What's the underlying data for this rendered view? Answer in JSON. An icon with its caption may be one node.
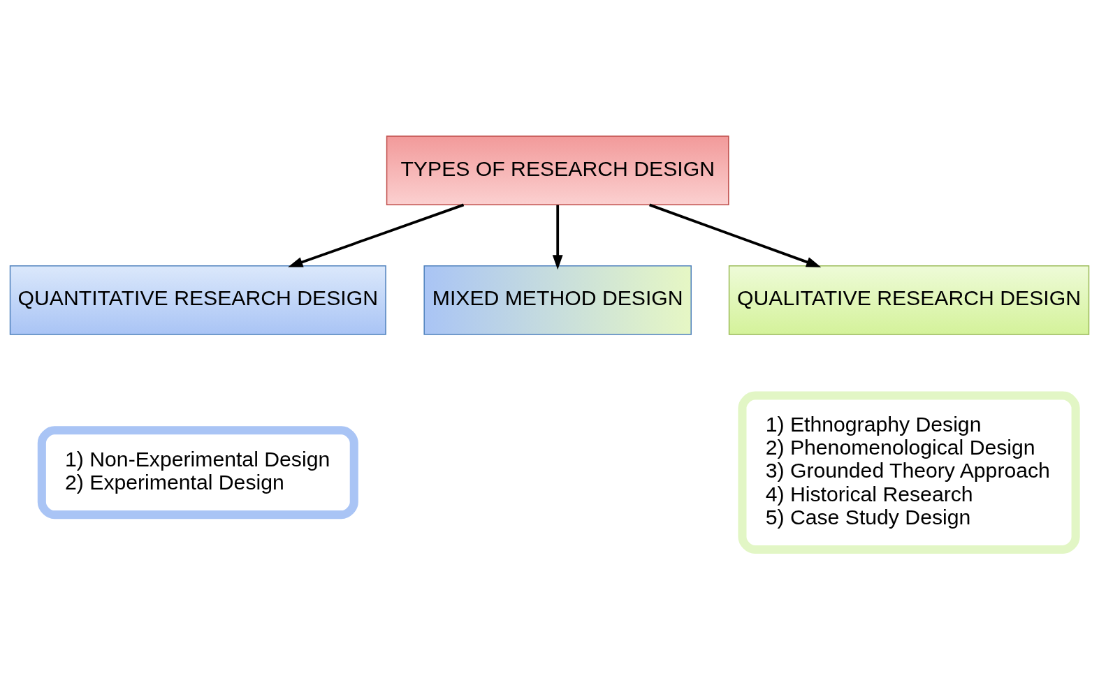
{
  "diagram": {
    "nodes": [
      {
        "text": [
          "TYPES OF RESEARCH DESIGN"
        ]
      },
      {
        "text": [
          "QUANTITATIVE RESEARCH DESIGN"
        ]
      },
      {
        "text": [
          "MIXED METHOD DESIGN"
        ]
      },
      {
        "text": [
          "QUALITATIVE RESEARCH DESIGN"
        ]
      },
      {
        "text": [
          "1) Non-Experimental Design",
          "2) Experimental Design"
        ]
      },
      {
        "text": [
          "1) Ethnography Design",
          "2) Phenomenological Design",
          "3) Grounded Theory Approach",
          "4) Historical Research",
          "5) Case Study Design"
        ]
      }
    ],
    "edges": [
      {
        "from": 0,
        "to": 1,
        "arrow": "to"
      },
      {
        "from": 0,
        "to": 2,
        "arrow": "to"
      },
      {
        "from": 0,
        "to": 3,
        "arrow": "to"
      }
    ]
  }
}
